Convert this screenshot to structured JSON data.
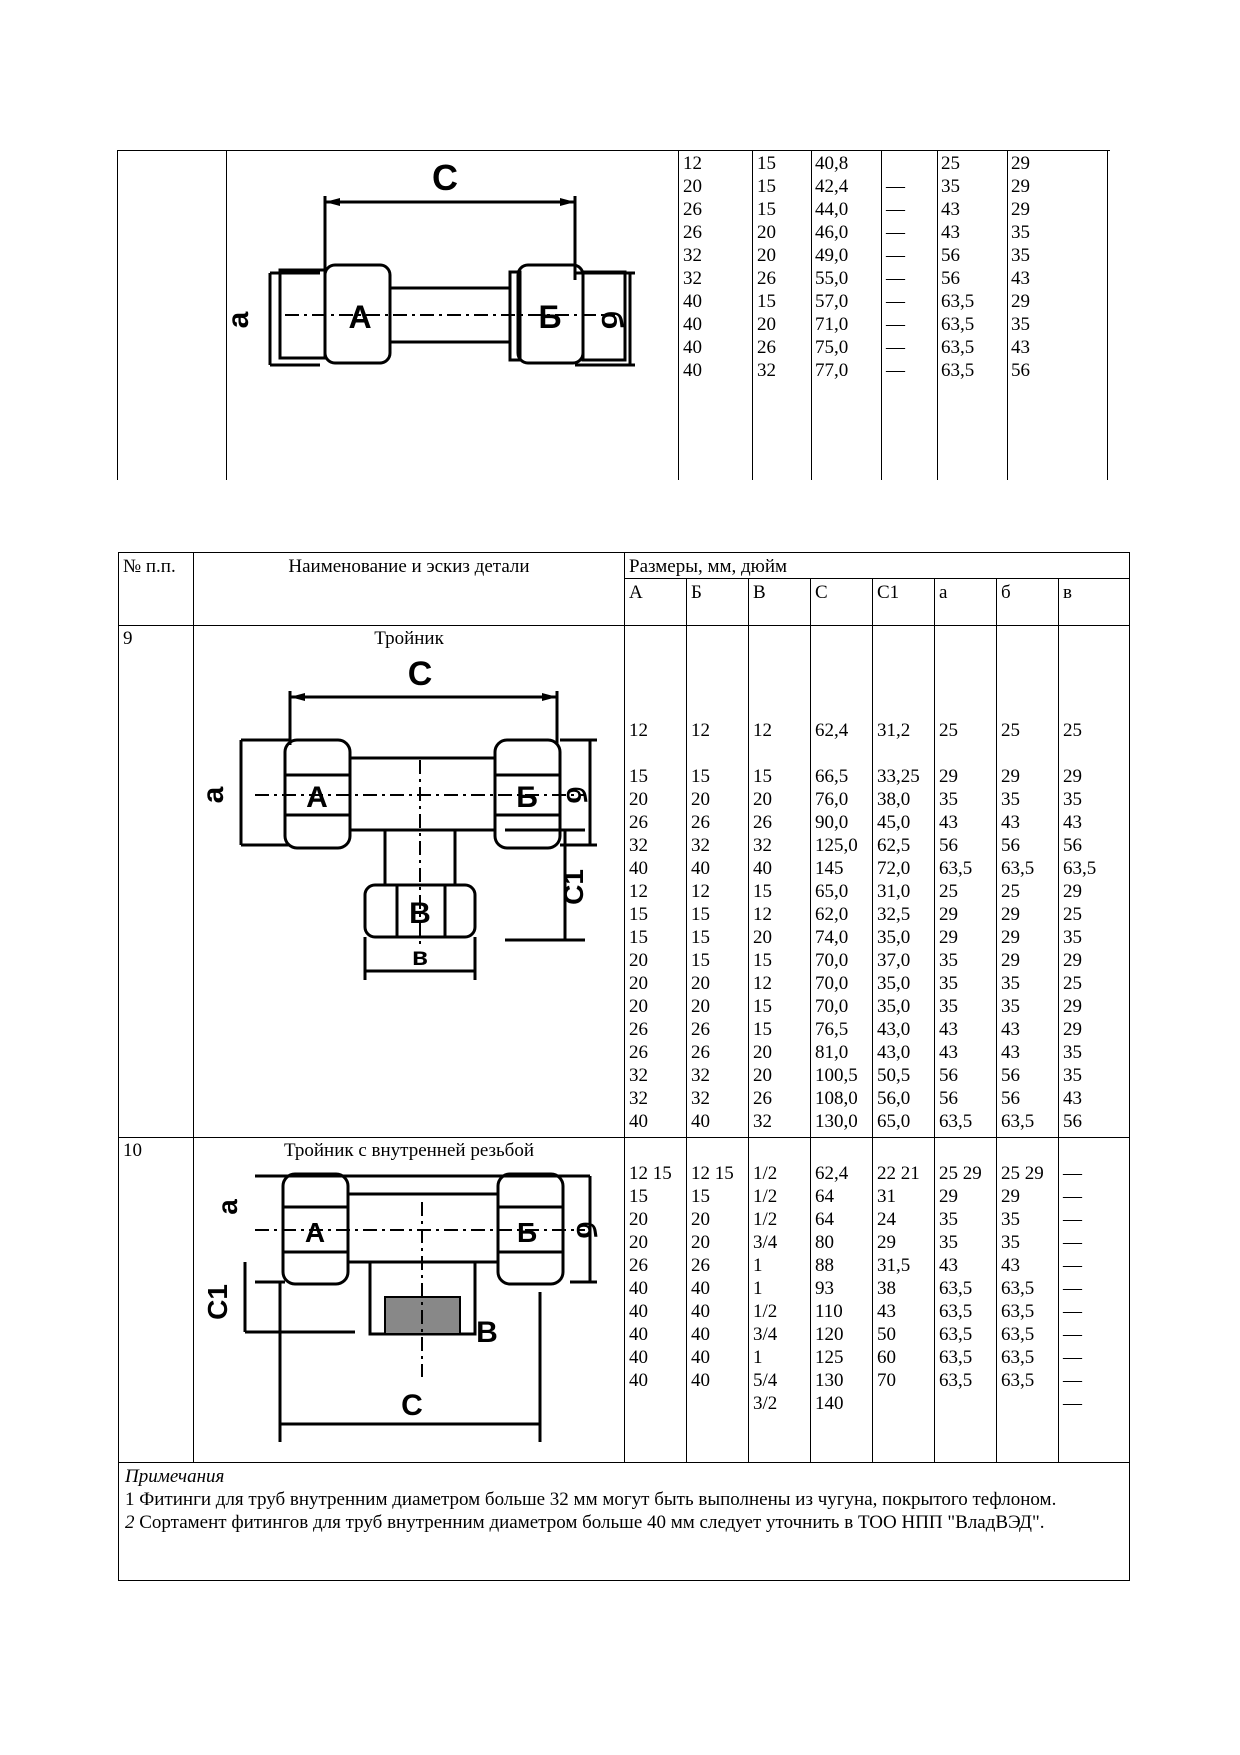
{
  "top_table": {
    "columns": [
      [
        "12",
        "20",
        "26",
        "26",
        "32",
        "32",
        "40",
        "40",
        "40",
        "40"
      ],
      [
        "15",
        "15",
        "15",
        "20",
        "20",
        "26",
        "15",
        "20",
        "26",
        "32"
      ],
      [
        "40,8",
        "42,4",
        "44,0",
        "46,0",
        "49,0",
        "55,0",
        "57,0",
        "71,0",
        "75,0",
        "77,0"
      ],
      [
        "",
        "—",
        "—",
        "—",
        "—",
        "—",
        "—",
        "—",
        "—",
        "—"
      ],
      [
        "25",
        "35",
        "43",
        "43",
        "56",
        "56",
        "63,5",
        "63,5",
        "63,5",
        "63,5"
      ],
      [
        "29",
        "29",
        "29",
        "35",
        "35",
        "43",
        "29",
        "35",
        "43",
        "56"
      ]
    ],
    "sketch_labels": {
      "c": "С",
      "a": "а",
      "A": "А",
      "B": "Б",
      "b": "б"
    }
  },
  "main_table": {
    "header": {
      "num": "№ п.п.",
      "name": "Наименование и эскиз детали",
      "sizes": "Размеры, мм, дюйм",
      "subcols": [
        "А",
        "Б",
        "В",
        "С",
        "С1",
        "а",
        "б",
        "в"
      ]
    },
    "rows": [
      {
        "num": "9",
        "name": "Тройник",
        "sketch_labels": {
          "c": "С",
          "a": "а",
          "A": "А",
          "B": "Б",
          "b": "б",
          "c1": "С1",
          "V": "В",
          "v": "в"
        },
        "columns": [
          [
            "12",
            "",
            "15",
            "20",
            "26",
            "32",
            "40",
            "12",
            "15",
            "15",
            "20",
            "20",
            "20",
            "26",
            "26",
            "32",
            "32",
            "40"
          ],
          [
            "12",
            "",
            "15",
            "20",
            "26",
            "32",
            "40",
            "12",
            "15",
            "15",
            "15",
            "20",
            "20",
            "26",
            "26",
            "32",
            "32",
            "40"
          ],
          [
            "12",
            "",
            "15",
            "20",
            "26",
            "32",
            "40",
            "15",
            "12",
            "20",
            "15",
            "12",
            "15",
            "15",
            "20",
            "20",
            "26",
            "32"
          ],
          [
            "62,4",
            "",
            "66,5",
            "76,0",
            "90,0",
            "125,0",
            "145",
            "65,0",
            "62,0",
            "74,0",
            "70,0",
            "70,0",
            "70,0",
            "76,5",
            "81,0",
            "100,5",
            "108,0",
            "130,0"
          ],
          [
            "31,2",
            "",
            "33,25",
            "38,0",
            "45,0",
            "62,5",
            "72,0",
            "31,0",
            "32,5",
            "35,0",
            "37,0",
            "35,0",
            "35,0",
            "43,0",
            "43,0",
            "50,5",
            "56,0",
            "65,0"
          ],
          [
            "25",
            "",
            "29",
            "35",
            "43",
            "56",
            "63,5",
            "25",
            "29",
            "29",
            "35",
            "35",
            "35",
            "43",
            "43",
            "56",
            "56",
            "63,5"
          ],
          [
            "25",
            "",
            "29",
            "35",
            "43",
            "56",
            "63,5",
            "25",
            "29",
            "29",
            "29",
            "35",
            "35",
            "43",
            "43",
            "56",
            "56",
            "63,5"
          ],
          [
            "25",
            "",
            "29",
            "35",
            "43",
            "56",
            "63,5",
            "29",
            "25",
            "35",
            "29",
            "25",
            "29",
            "29",
            "35",
            "35",
            "43",
            "56"
          ]
        ]
      },
      {
        "num": "10",
        "name": "Тройник с внутренней резьбой",
        "sketch_labels": {
          "c": "С",
          "a": "а",
          "A": "А",
          "B": "Б",
          "b": "б",
          "c1": "С1",
          "V": "В"
        },
        "columns": [
          [
            "12 15",
            "15",
            "20",
            "20",
            "26",
            "40",
            "40",
            "40",
            "40",
            "40"
          ],
          [
            "12 15",
            "15",
            "20",
            "20",
            "26",
            "40",
            "40",
            "40",
            "40",
            "40"
          ],
          [
            "1/2",
            "1/2",
            "1/2",
            "3/4",
            "1",
            "1",
            "1/2",
            "3/4",
            "1",
            "5/4",
            "3/2"
          ],
          [
            "62,4",
            "64",
            "64",
            "80",
            "88",
            "93",
            "110",
            "120",
            "125",
            "130",
            "140"
          ],
          [
            "22 21",
            "31",
            "24",
            "29",
            "31,5",
            "38",
            "43",
            "50",
            "60",
            "70"
          ],
          [
            "25 29",
            "29",
            "35",
            "35",
            "43",
            "63,5",
            "63,5",
            "63,5",
            "63,5",
            "63,5"
          ],
          [
            "25 29",
            "29",
            "35",
            "35",
            "43",
            "63,5",
            "63,5",
            "63,5",
            "63,5",
            "63,5"
          ],
          [
            "—",
            "—",
            "—",
            "—",
            "—",
            "—",
            "—",
            "—",
            "—",
            "—",
            "—"
          ]
        ]
      }
    ],
    "notes": {
      "title": "Примечания",
      "n1_num": "1",
      "n1_text": " Фитинги для труб внутренним диаметром больше 32 мм могут быть выполнены из чугуна, покрытого тефлоном.",
      "n2_num": "2",
      "n2_text": " Сортамент фитингов для труб внутренним диаметром больше 40 мм следует уточнить в ТОО НПП \"ВладВЭД\"."
    }
  }
}
